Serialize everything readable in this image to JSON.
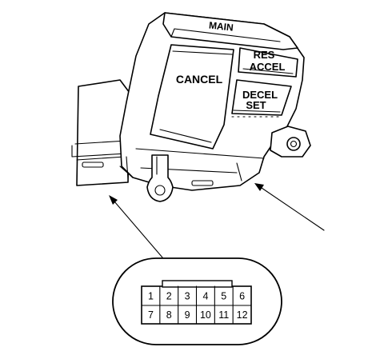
{
  "switch_labels": {
    "main": "MAIN",
    "cancel": "CANCEL",
    "res": "RES",
    "accel": "ACCEL",
    "decel": "DECEL",
    "set": "SET"
  },
  "connector": {
    "rows": [
      [
        "1",
        "2",
        "3",
        "4",
        "5",
        "6"
      ],
      [
        "7",
        "8",
        "9",
        "10",
        "11",
        "12"
      ]
    ]
  }
}
